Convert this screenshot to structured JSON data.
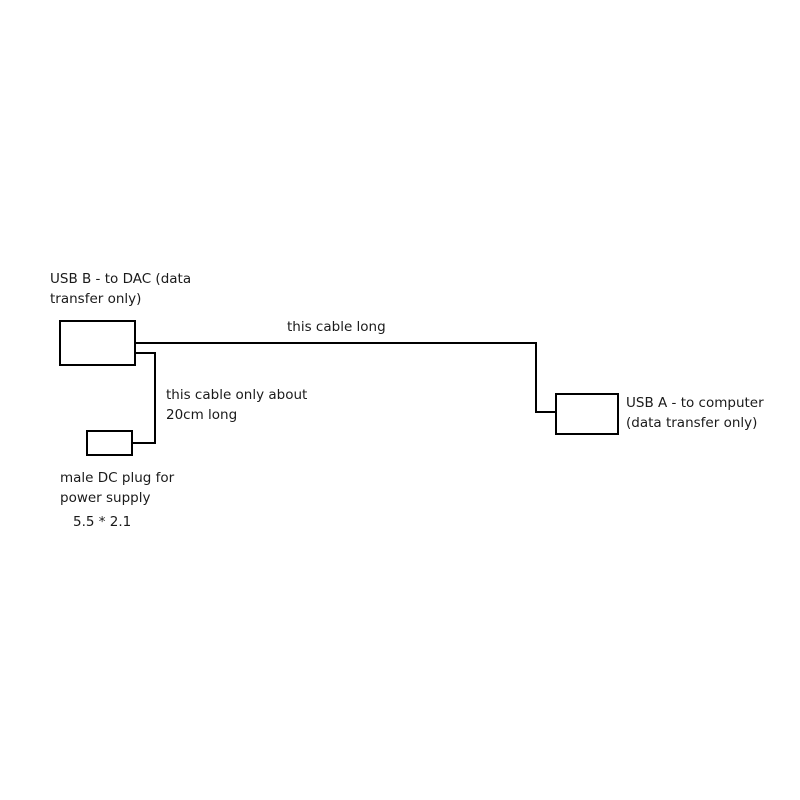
{
  "usb_b": {
    "line1": "USB B - to DAC (data",
    "line2": "transfer only)"
  },
  "long_cable": {
    "label": "this cable long"
  },
  "short_cable": {
    "line1": "this cable only about",
    "line2": "20cm long"
  },
  "usb_a": {
    "line1": "USB A - to computer",
    "line2": "(data transfer only)"
  },
  "dc_plug": {
    "line1": "male DC plug for",
    "line2": "power supply",
    "size": "5.5 * 2.1"
  },
  "colors": {
    "stroke": "#000000",
    "text": "#1a1a1a",
    "background": "#ffffff"
  }
}
